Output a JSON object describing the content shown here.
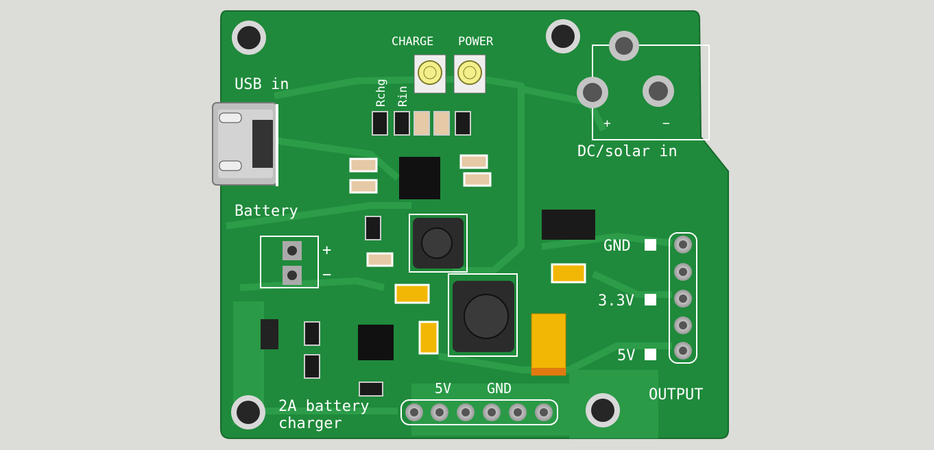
{
  "labels": {
    "charge": "CHARGE",
    "power": "POWER",
    "rchg": "Rchg",
    "rin": "Rin",
    "usb_in": "USB in",
    "battery": "Battery",
    "plus": "+",
    "minus": "−",
    "dc_plus": "+",
    "dc_minus": "−",
    "dc_solar_in": "DC/solar in",
    "gnd_out": "GND",
    "v33_out": "3.3V",
    "v5_out": "5V",
    "output": "OUTPUT",
    "header_5v": "5V",
    "header_gnd": "GND",
    "charger_line1": "2A battery",
    "charger_line2": "charger"
  },
  "colors": {
    "background": "#dcdcd8",
    "board": "#1f8a3b",
    "trace": "#2a9a47",
    "silkscreen": "#ffffff",
    "ic": "#111111",
    "tantalum_cap": "#f2b705",
    "inductor": "#2b2b2b",
    "led": "#f3ef8a"
  }
}
